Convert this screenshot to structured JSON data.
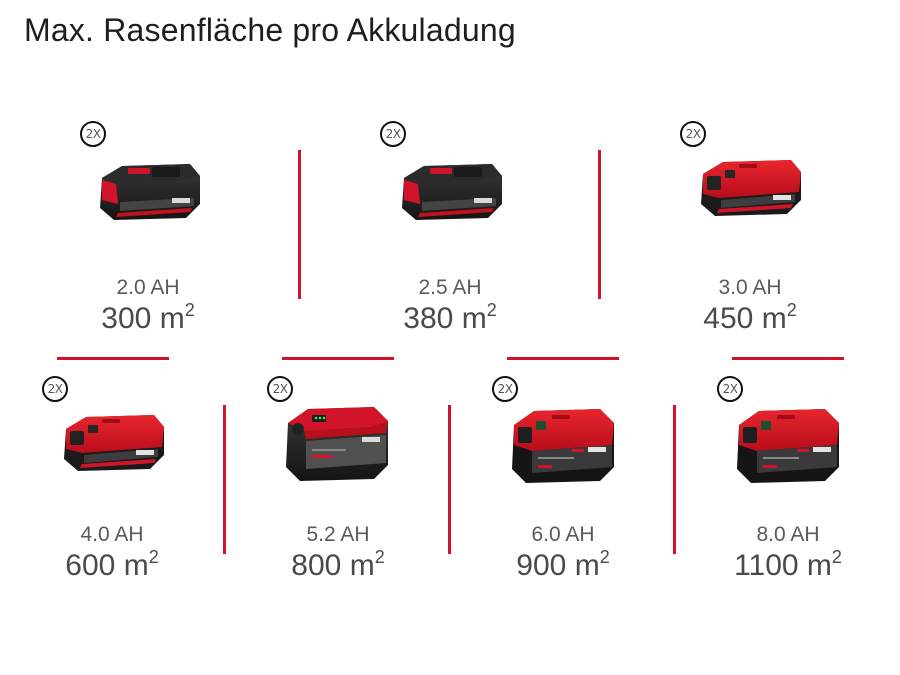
{
  "title": "Max. Rasenfläche pro Akkuladung",
  "badge_label": "2X",
  "unit": "m",
  "unit_exponent": "2",
  "accent_color": "#d2142b",
  "batteries": [
    {
      "capacity": "2.0 AH",
      "area": "300",
      "badge": "2X",
      "style": "compact-black"
    },
    {
      "capacity": "2.5 AH",
      "area": "380",
      "badge": "2X",
      "style": "compact-black"
    },
    {
      "capacity": "3.0 AH",
      "area": "450",
      "badge": "2X",
      "style": "compact-red"
    },
    {
      "capacity": "4.0 AH",
      "area": "600",
      "badge": "2X",
      "style": "compact-red"
    },
    {
      "capacity": "5.2 AH",
      "area": "800",
      "badge": "2X",
      "style": "large-black"
    },
    {
      "capacity": "6.0 AH",
      "area": "900",
      "badge": "2X",
      "style": "large-red"
    },
    {
      "capacity": "8.0 AH",
      "area": "1100",
      "badge": "2X",
      "style": "large-red"
    }
  ]
}
